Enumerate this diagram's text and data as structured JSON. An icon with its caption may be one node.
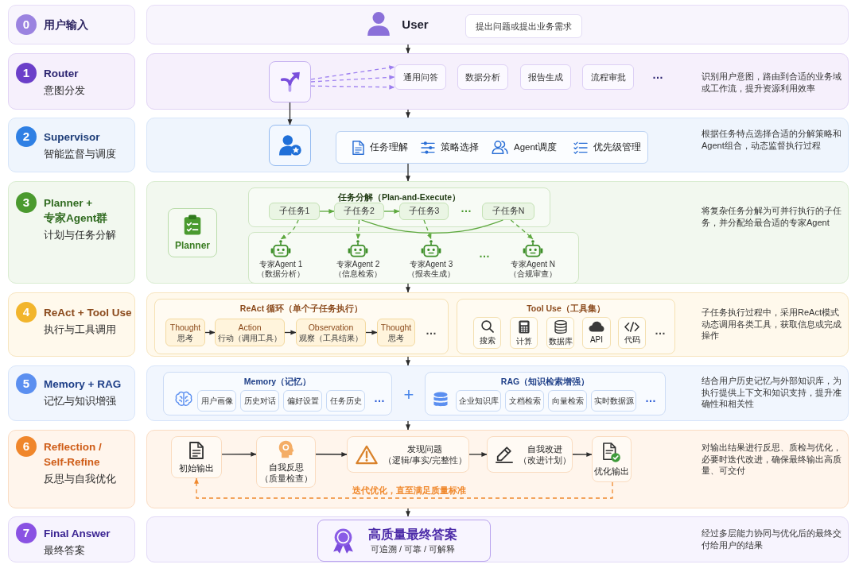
{
  "diagram": {
    "nodes": [
      {
        "text": [
          "0",
          "用户输入"
        ]
      },
      {
        "text": [],
        "shape": "box"
      },
      {
        "text": [
          "提出问题或提出业务需求"
        ],
        "in": 1
      },
      {
        "text": [
          "1",
          "Router",
          "意图分发"
        ]
      },
      {
        "text": [
          "识别用户意图，路由到合适的业务域或工作流，提升资源利用效率"
        ]
      },
      {
        "text": [],
        "shape": "box",
        "in": 4
      },
      {
        "text": [
          "通用问答"
        ],
        "in": 4
      },
      {
        "text": [
          "数据分析"
        ],
        "in": 4
      },
      {
        "text": [
          "报告生成"
        ],
        "in": 4
      },
      {
        "text": [
          "流程审批"
        ],
        "in": 4
      },
      {
        "text": [
          "2",
          "Supervisor",
          "智能监督与调度"
        ]
      },
      {
        "text": [
          "根据任务特点选择合适的分解策略和Agent组合，动态监督执行过程"
        ]
      },
      {
        "text": [],
        "shape": "box",
        "in": 11
      },
      {
        "text": [
          "任务理解",
          "策略选择",
          "Agent调度",
          "优先级管理"
        ],
        "in": 11
      },
      {
        "text": [
          "3",
          "Planner + 专家Agent群",
          "计划与任务分解"
        ]
      },
      {
        "text": [
          "将复杂任务分解为可并行执行的子任务，并分配给最合适的专家Agent"
        ]
      },
      {
        "text": [
          "Planner"
        ],
        "in": 15
      },
      {
        "text": [
          "任务分解（Plan-and-Execute）"
        ],
        "in": 15
      },
      {
        "text": [
          "子任务1"
        ],
        "in": 17
      },
      {
        "text": [
          "子任务2"
        ],
        "in": 17
      },
      {
        "text": [
          "子任务3"
        ],
        "in": 17
      },
      {
        "text": [
          "子任务N"
        ],
        "in": 17
      },
      {
        "text": [],
        "shape": "box",
        "in": 15
      },
      {
        "text": [
          "专家Agent 1",
          "（数据分析）"
        ],
        "in": 22
      },
      {
        "text": [
          "专家Agent 2",
          "（信息检索）"
        ],
        "in": 22
      },
      {
        "text": [
          "专家Agent 3",
          "（报表生成）"
        ],
        "in": 22
      },
      {
        "text": [
          "专家Agent N",
          "（合规审查）"
        ],
        "in": 22
      },
      {
        "text": [
          "4",
          "ReAct + Tool Use",
          "执行与工具调用"
        ]
      },
      {
        "text": [
          "子任务执行过程中，采用ReAct模式动态调用各类工具，获取信息或完成操作"
        ]
      },
      {
        "text": [
          "ReAct 循环（单个子任务执行）"
        ],
        "in": 28
      },
      {
        "text": [
          "Thought",
          "思考"
        ],
        "in": 29
      },
      {
        "text": [
          "Action",
          "行动（调用工具）"
        ],
        "in": 29
      },
      {
        "text": [
          "Observation",
          "观察（工具结果）"
        ],
        "in": 29
      },
      {
        "text": [
          "Thought",
          "思考"
        ],
        "in": 29
      },
      {
        "text": [
          "Tool Use（工具集）"
        ],
        "in": 28
      },
      {
        "text": [
          "搜索"
        ],
        "in": 34
      },
      {
        "text": [
          "计算"
        ],
        "in": 34
      },
      {
        "text": [
          "数据库"
        ],
        "in": 34
      },
      {
        "text": [
          "API"
        ],
        "in": 34
      },
      {
        "text": [
          "代码"
        ],
        "in": 34
      },
      {
        "text": [
          "5",
          "Memory + RAG",
          "记忆与知识增强"
        ]
      },
      {
        "text": [
          "结合用户历史记忆与外部知识库，为执行提供上下文和知识支持，提升准确性和相关性"
        ]
      },
      {
        "text": [
          "Memory（记忆）"
        ],
        "in": 41
      },
      {
        "text": [
          "用户画像"
        ],
        "in": 42
      },
      {
        "text": [
          "历史对话"
        ],
        "in": 42
      },
      {
        "text": [
          "偏好设置"
        ],
        "in": 42
      },
      {
        "text": [
          "任务历史"
        ],
        "in": 42
      },
      {
        "text": [
          "RAG（知识检索增强）"
        ],
        "in": 41
      },
      {
        "text": [
          "企业知识库"
        ],
        "in": 47
      },
      {
        "text": [
          "文档检索"
        ],
        "in": 47
      },
      {
        "text": [
          "向量检索"
        ],
        "in": 47
      },
      {
        "text": [
          "实时数据源"
        ],
        "in": 47
      },
      {
        "text": [
          "6",
          "Reflection / Self-Refine",
          "反思与自我优化"
        ]
      },
      {
        "text": [
          "对输出结果进行反思、质检与优化，必要时迭代改进，确保最终输出高质量、可交付"
        ]
      },
      {
        "text": [
          "初始输出"
        ],
        "in": 53
      },
      {
        "text": [
          "自我反思",
          "（质量检查）"
        ],
        "in": 53
      },
      {
        "text": [
          "发现问题",
          "（逻辑/事实/完整性）"
        ],
        "in": 53
      },
      {
        "text": [
          "自我改进",
          "（改进计划）"
        ],
        "in": 53
      },
      {
        "text": [
          "优化输出"
        ],
        "in": 53
      },
      {
        "text": [
          "7",
          "Final Answer",
          "最终答案"
        ]
      },
      {
        "text": [
          "经过多层能力协同与优化后的最终交付给用户的结果"
        ]
      },
      {
        "text": [
          "高质量最终答案",
          "可追溯 / 可靠 / 可解释"
        ],
        "in": 60
      }
    ],
    "edges": [
      {
        "from": 1,
        "to": 4,
        "arrow": "to"
      },
      {
        "from": 5,
        "to": 6,
        "arrow": "to",
        "style": "dashed",
        "color": "#9d7ff0"
      },
      {
        "from": 5,
        "to": 6,
        "arrow": "to",
        "style": "dashed",
        "color": "#9d7ff0"
      },
      {
        "from": 5,
        "to": 6,
        "arrow": "to",
        "style": "dashed",
        "color": "#9d7ff0"
      },
      {
        "from": 5,
        "to": 12,
        "arrow": "to"
      },
      {
        "from": 4,
        "to": 11,
        "arrow": "to"
      },
      {
        "from": 13,
        "to": 15,
        "arrow": "to"
      },
      {
        "from": 18,
        "to": 19,
        "arrow": "to",
        "color": "#5ea83f"
      },
      {
        "from": 19,
        "to": 20,
        "arrow": "to",
        "color": "#5ea83f"
      },
      {
        "from": 18,
        "to": 23,
        "arrow": "to",
        "style": "dashed",
        "color": "#5ea83f"
      },
      {
        "from": 19,
        "to": 24,
        "arrow": "to",
        "style": "dashed",
        "color": "#5ea83f"
      },
      {
        "from": 20,
        "to": 25,
        "arrow": "to",
        "style": "dashed",
        "color": "#5ea83f"
      },
      {
        "from": 21,
        "to": 26,
        "arrow": "to",
        "style": "dashed",
        "color": "#5ea83f"
      },
      {
        "from": 19,
        "to": 21,
        "arrow": "none",
        "color": "#5ea83f"
      },
      {
        "from": 15,
        "to": 28,
        "arrow": "to"
      },
      {
        "from": 30,
        "to": 31,
        "arrow": "to"
      },
      {
        "from": 31,
        "to": 32,
        "arrow": "to"
      },
      {
        "from": 32,
        "to": 33,
        "arrow": "to"
      },
      {
        "from": 28,
        "to": 41,
        "arrow": "to"
      },
      {
        "from": 41,
        "to": 53,
        "arrow": "to"
      },
      {
        "from": 54,
        "to": 55,
        "arrow": "to"
      },
      {
        "from": 55,
        "to": 56,
        "arrow": "to"
      },
      {
        "from": 56,
        "to": 57,
        "arrow": "to"
      },
      {
        "from": 57,
        "to": 58,
        "arrow": "to"
      },
      {
        "from": 58,
        "to": 54,
        "arrow": "to",
        "label": "迭代优化，直至满足质量标准",
        "style": "dashed",
        "color": "#f0892e"
      },
      {
        "from": 53,
        "to": 60,
        "arrow": "to"
      }
    ],
    "labels": [
      "User",
      "…",
      "…",
      "…",
      "…",
      "…",
      "…",
      "+",
      "…"
    ]
  }
}
